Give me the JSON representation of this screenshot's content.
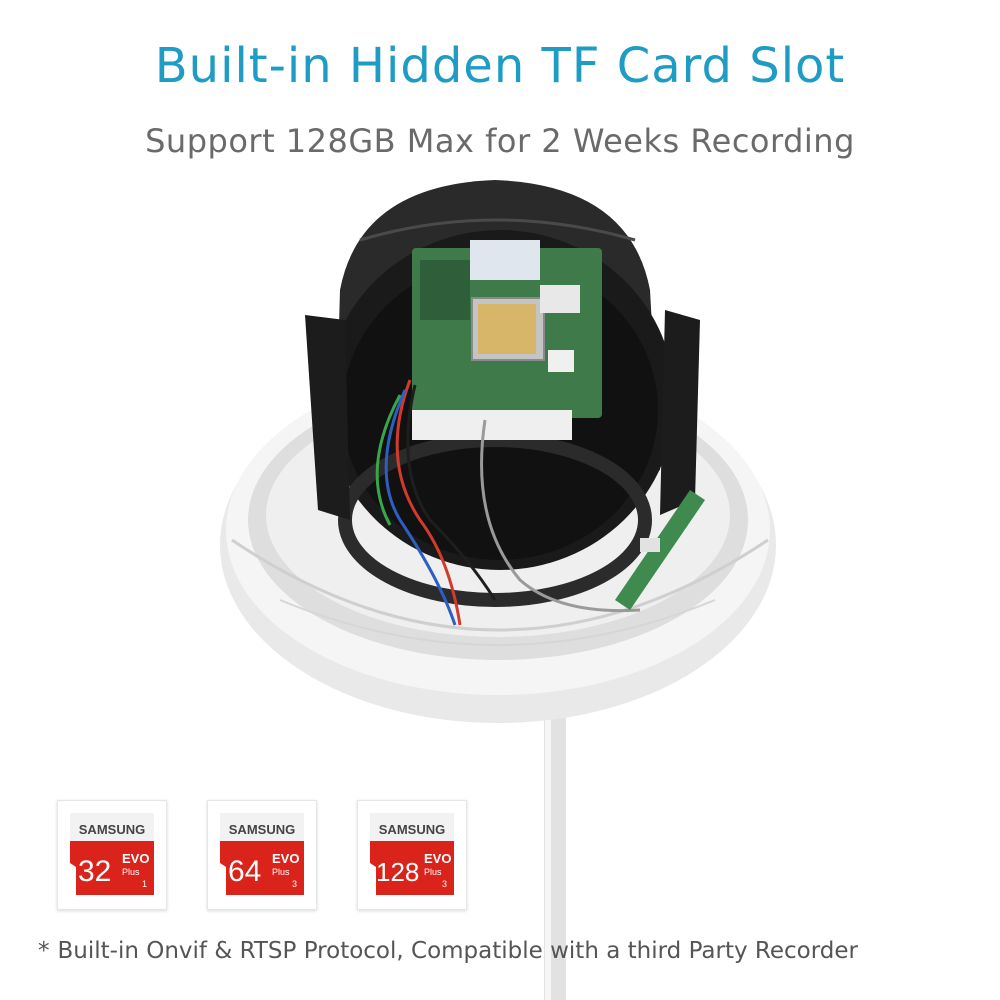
{
  "header": {
    "title": "Built-in Hidden TF Card Slot",
    "subtitle": "Support 128GB Max for 2 Weeks Recording"
  },
  "cards": [
    {
      "brand": "SAMSUNG",
      "capacity": "32",
      "line1": "EVO",
      "line2": "Plus",
      "class": "1"
    },
    {
      "brand": "SAMSUNG",
      "capacity": "64",
      "line1": "EVO",
      "line2": "Plus",
      "class": "3"
    },
    {
      "brand": "SAMSUNG",
      "capacity": "128",
      "line1": "EVO",
      "line2": "Plus",
      "class": "3"
    }
  ],
  "footnote": {
    "marker": "*",
    "text": "Built-in Onvif & RTSP Protocol, Compatible with a third Party Recorder"
  },
  "colors": {
    "title": "#1f9cc4",
    "subtitle": "#6a6a6a",
    "card_red": "#d9231b",
    "pcb_green": "#3f7a4a"
  }
}
